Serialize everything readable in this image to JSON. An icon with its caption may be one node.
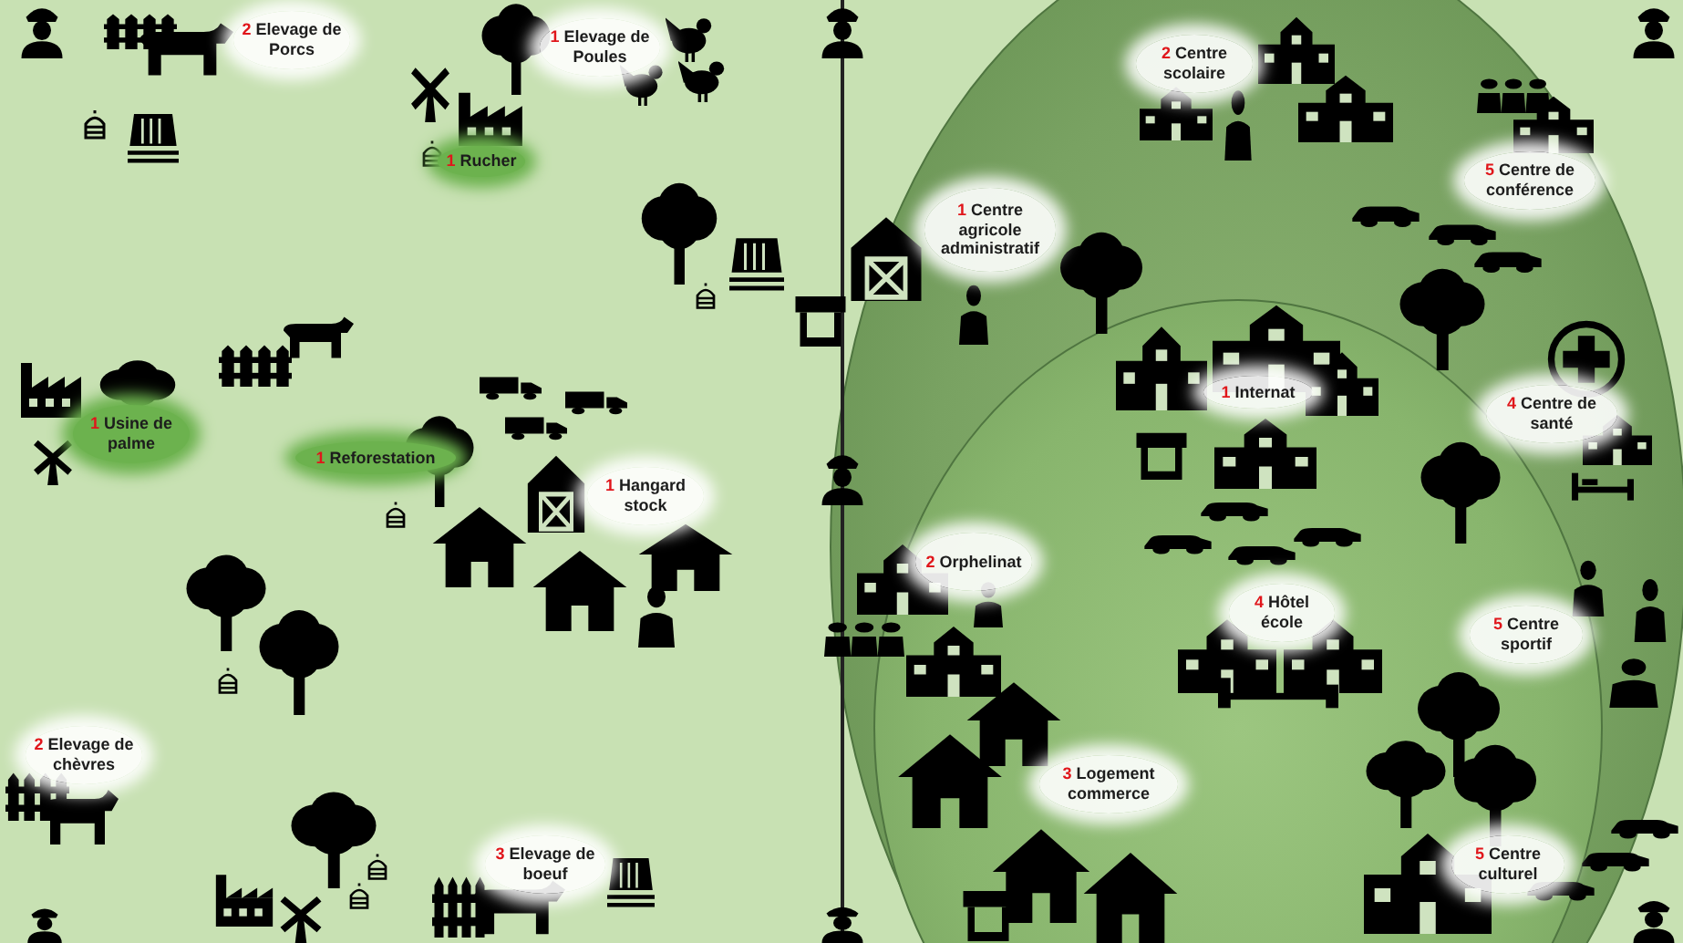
{
  "diagram": {
    "nodes": [
      {
        "text": [],
        "shape": "circle"
      },
      {
        "text": [],
        "shape": "circle",
        "in": 0
      },
      {
        "text": [
          "2",
          "Elevage de Porcs"
        ]
      },
      {
        "text": [
          "1",
          "Elevage de Poules"
        ]
      },
      {
        "text": [
          "1",
          "Rucher"
        ]
      },
      {
        "text": [
          "1",
          "Usine de palme"
        ]
      },
      {
        "text": [
          "1",
          "Reforestation"
        ]
      },
      {
        "text": [
          "1",
          "Hangard stock"
        ]
      },
      {
        "text": [
          "2",
          "Elevage de chèvres"
        ]
      },
      {
        "text": [
          "3",
          "Elevage de boeuf"
        ]
      },
      {
        "text": [
          "2",
          "Centre scolaire"
        ],
        "in": 0
      },
      {
        "text": [
          "5",
          "Centre de conférence"
        ],
        "in": 0
      },
      {
        "text": [
          "1",
          "Centre agricole administratif"
        ],
        "in": 0
      },
      {
        "text": [
          "1",
          "Internat"
        ],
        "in": 1
      },
      {
        "text": [
          "4",
          "Centre de santé"
        ],
        "in": 0
      },
      {
        "text": [
          "2",
          "Orphelinat"
        ],
        "in": 1
      },
      {
        "text": [
          "4",
          "Hôtel école"
        ],
        "in": 1
      },
      {
        "text": [
          "5",
          "Centre sportif"
        ],
        "in": 1
      },
      {
        "text": [
          "3",
          "Logement commerce"
        ],
        "in": 1
      },
      {
        "text": [
          "5",
          "Centre culturel"
        ],
        "in": 1
      }
    ]
  }
}
